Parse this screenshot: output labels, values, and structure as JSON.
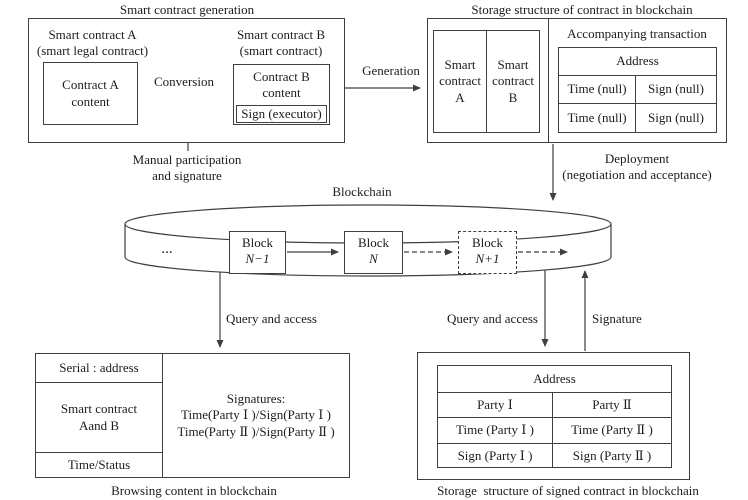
{
  "colors": {
    "line": "#3f3f3f",
    "text": "#1c1c1c",
    "background": "#ffffff"
  },
  "gen": {
    "title": "Smart contract generation",
    "a_heading": "Smart contract A\n(smart legal contract)",
    "a_content": "Contract A\ncontent",
    "conversion": "Conversion",
    "b_heading": "Smart contract B\n(smart contract)",
    "b_content": "Contract B\ncontent",
    "b_sign": "Sign (executor)",
    "manual": "Manual participation\nand signature"
  },
  "storage": {
    "title": "Storage structure of contract in blockchain",
    "contract_a": "Smart\ncontract\nA",
    "contract_b": "Smart\ncontract\nB",
    "accompanying": "Accompanying transaction",
    "address": "Address",
    "rows": [
      [
        "Time (null)",
        "Sign (null)"
      ],
      [
        "Time (null)",
        "Sign (null)"
      ]
    ]
  },
  "flow": {
    "generation": "Generation",
    "deployment": "Deployment\n(negotiation and acceptance)",
    "query_left": "Query and access",
    "query_right": "Query and access",
    "signature": "Signature"
  },
  "chain": {
    "label": "Blockchain",
    "dots": "...",
    "blocks": [
      {
        "l1": "Block",
        "l2": "N−1"
      },
      {
        "l1": "Block",
        "l2": "N"
      },
      {
        "l1": "Block",
        "l2": "N+1"
      }
    ]
  },
  "browse": {
    "serial": "Serial : address",
    "contract": "Smart contract\nAand B",
    "time_status": "Time/Status",
    "signatures": "Signatures:\nTime(Party Ⅰ )/Sign(Party Ⅰ )\nTime(Party Ⅱ )/Sign(Party Ⅱ )",
    "caption": "Browsing content in blockchain"
  },
  "signed": {
    "address": "Address",
    "rows": [
      [
        "Party Ⅰ",
        "Party Ⅱ"
      ],
      [
        "Time (Party Ⅰ )",
        "Time (Party Ⅱ )"
      ],
      [
        "Sign (Party Ⅰ )",
        "Sign (Party Ⅱ )"
      ]
    ],
    "caption": "Storage  structure of signed contract in blockchain"
  }
}
